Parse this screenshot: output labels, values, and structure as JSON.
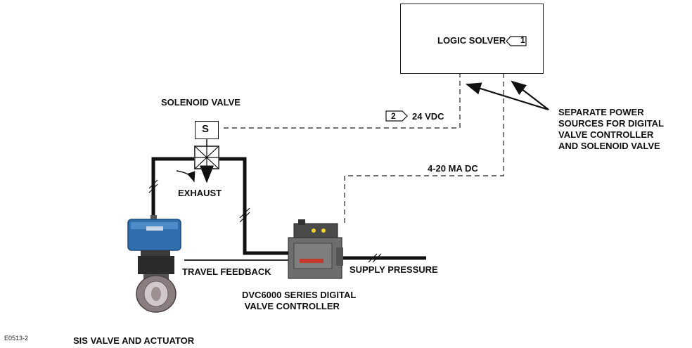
{
  "logic_solver": {
    "label": "LOGIC SOLVER",
    "note_number": "1"
  },
  "solenoid": {
    "title": "SOLENOID VALVE",
    "symbol": "S",
    "exhaust": "EXHAUST"
  },
  "signals": {
    "dc24": {
      "note_number": "2",
      "label": "24 VDC"
    },
    "ma": {
      "label": "4-20 MA DC"
    }
  },
  "power_note": {
    "lines": [
      "SEPARATE POWER",
      "SOURCES FOR DIGITAL",
      "VALVE CONTROLLER",
      "AND SOLENOID VALVE"
    ]
  },
  "controller": {
    "lines": [
      "DVC6000 SERIES DIGITAL",
      " VALVE CONTROLLER"
    ]
  },
  "feedback": {
    "label": "TRAVEL FEEDBACK"
  },
  "supply": {
    "label": "SUPPLY PRESSURE"
  },
  "sis": {
    "label": "SIS VALVE AND ACTUATOR"
  },
  "figure_code": "E0513-2",
  "colors": {
    "line": "#111111",
    "actuator_blue": "#2f6fb0",
    "controller_gray": "#6d6d6d",
    "valve_gray": "#8a7d80"
  }
}
